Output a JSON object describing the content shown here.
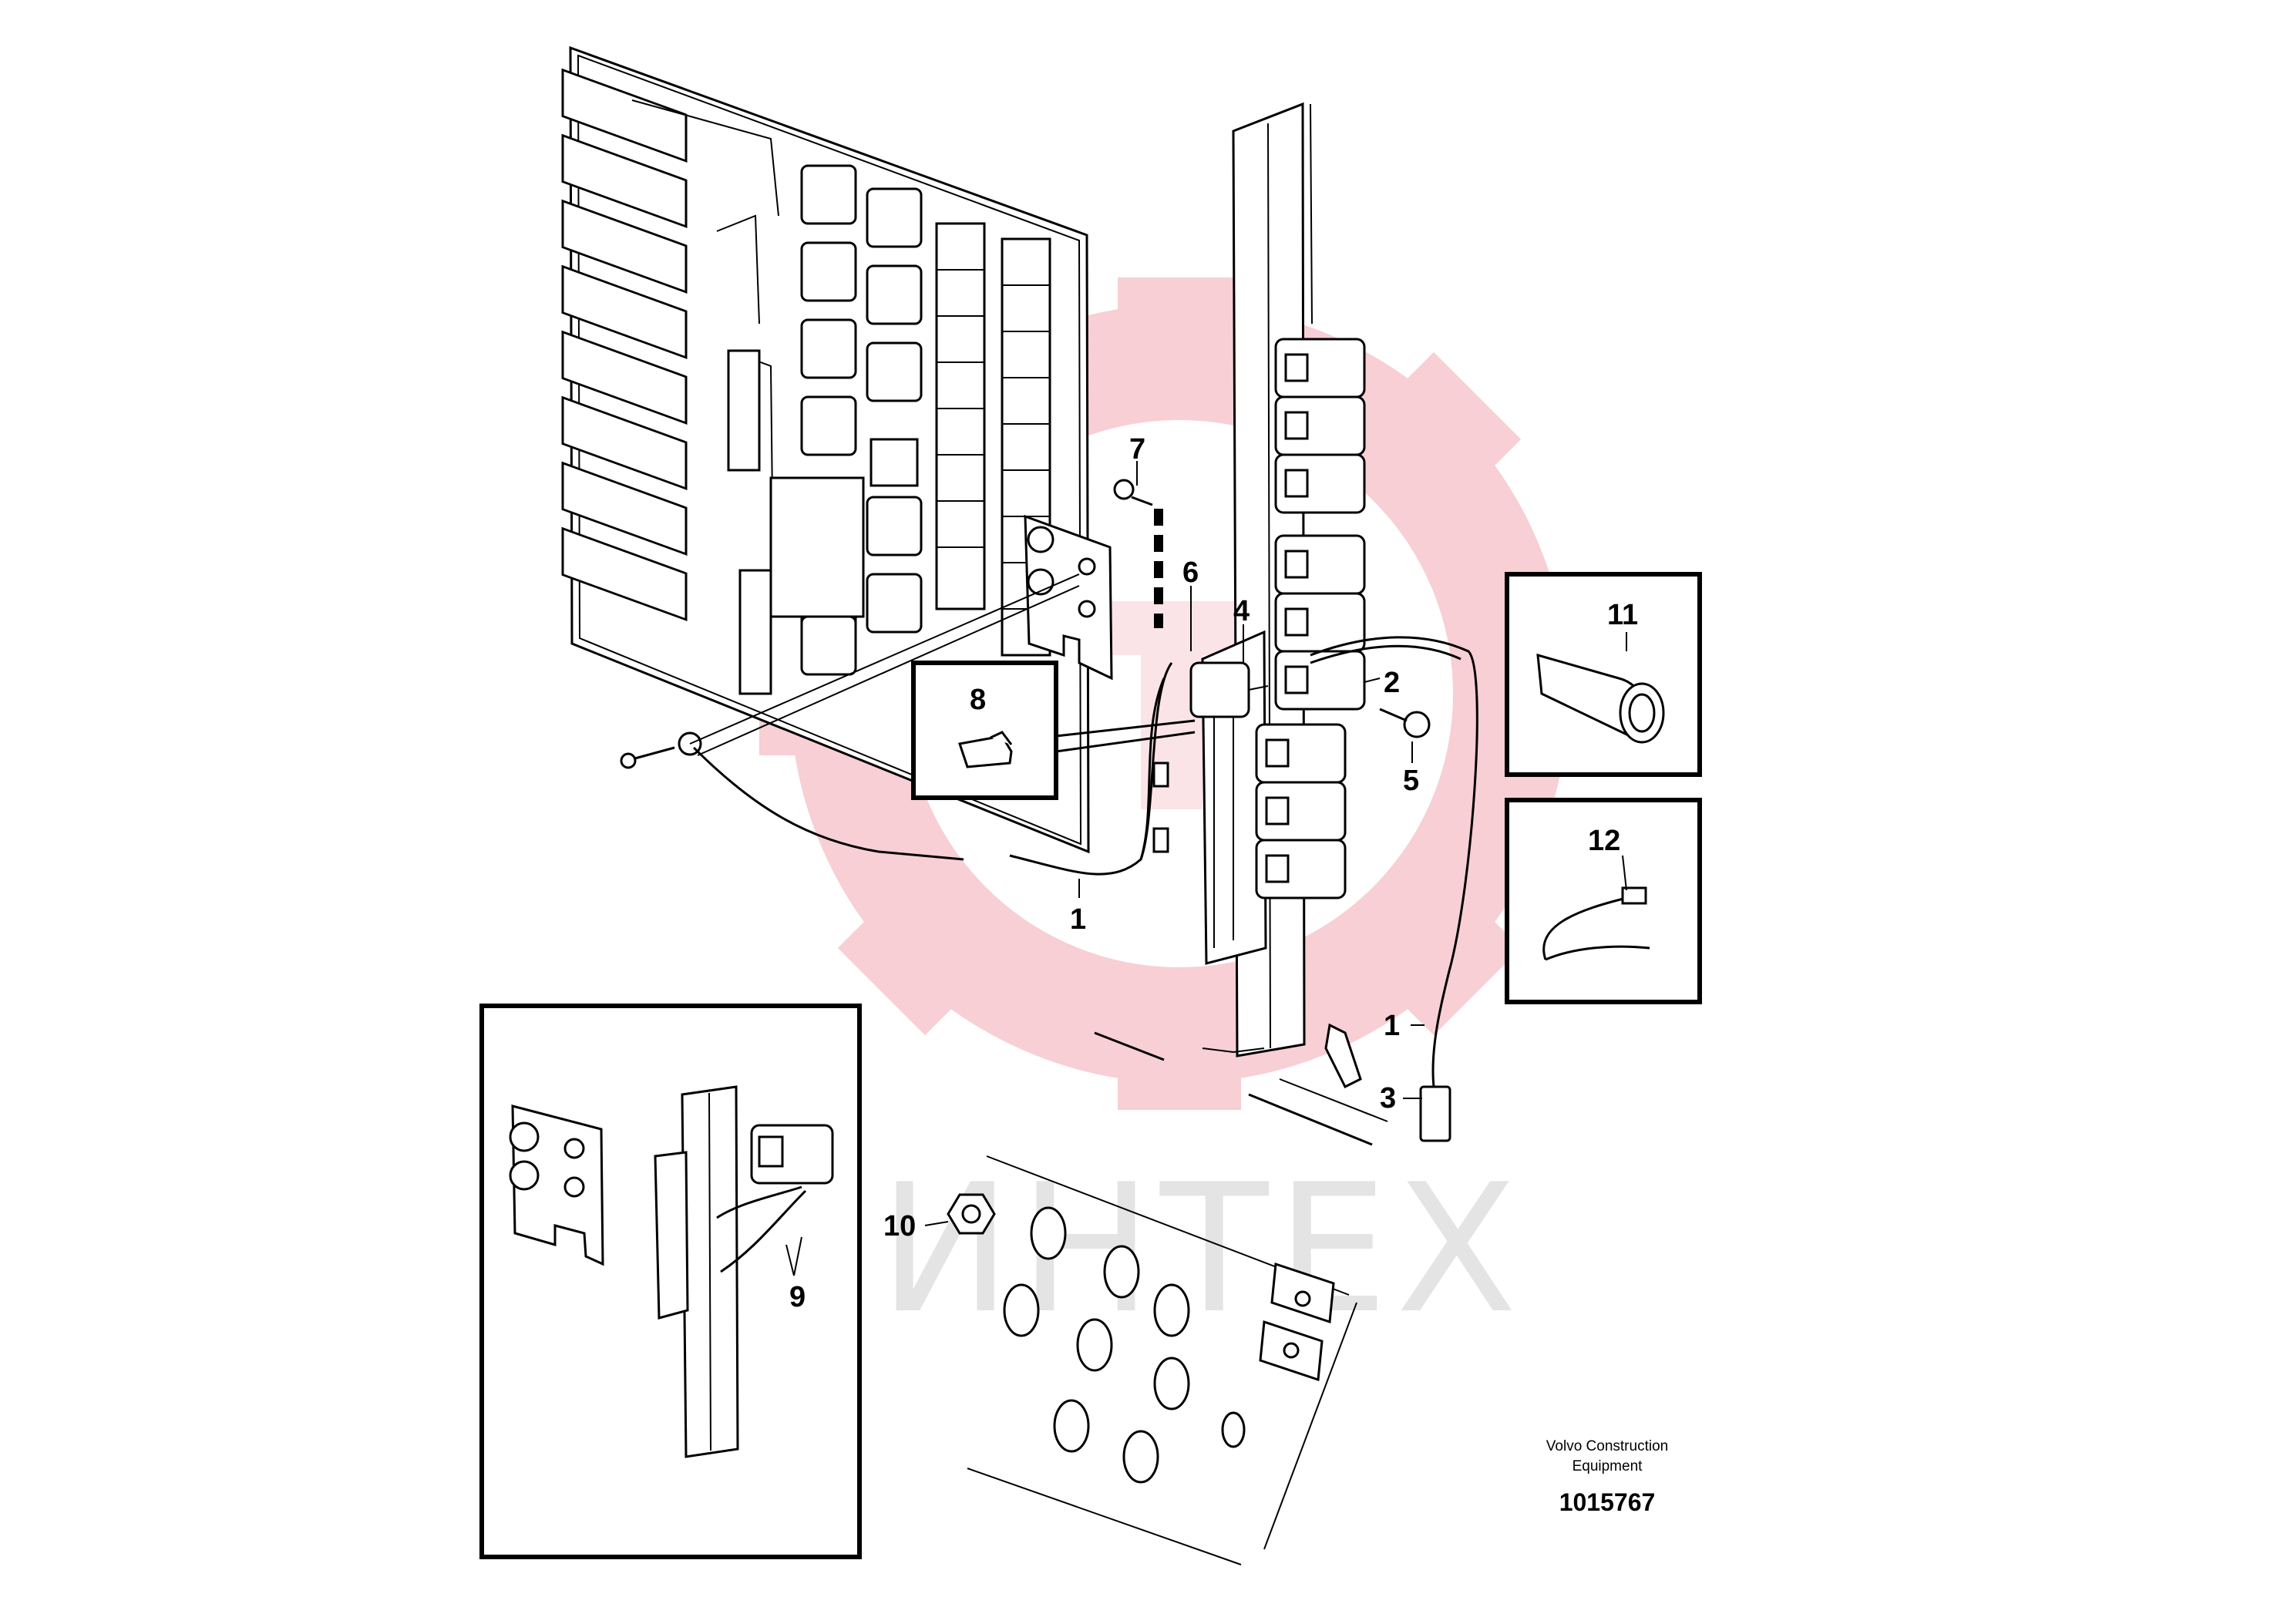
{
  "watermark": {
    "text": "ИНТЕХ",
    "gear_color": "#f6c7cd"
  },
  "callouts": {
    "c1a": "1",
    "c1b": "1",
    "c2": "2",
    "c3": "3",
    "c4": "4",
    "c5": "5",
    "c6": "6",
    "c7": "7",
    "c8": "8",
    "c9": "9",
    "c10": "10",
    "c11": "11",
    "c12": "12"
  },
  "footer": {
    "manufacturer_line1": "Volvo Construction",
    "manufacturer_line2": "Equipment",
    "document_number": "1015767"
  }
}
